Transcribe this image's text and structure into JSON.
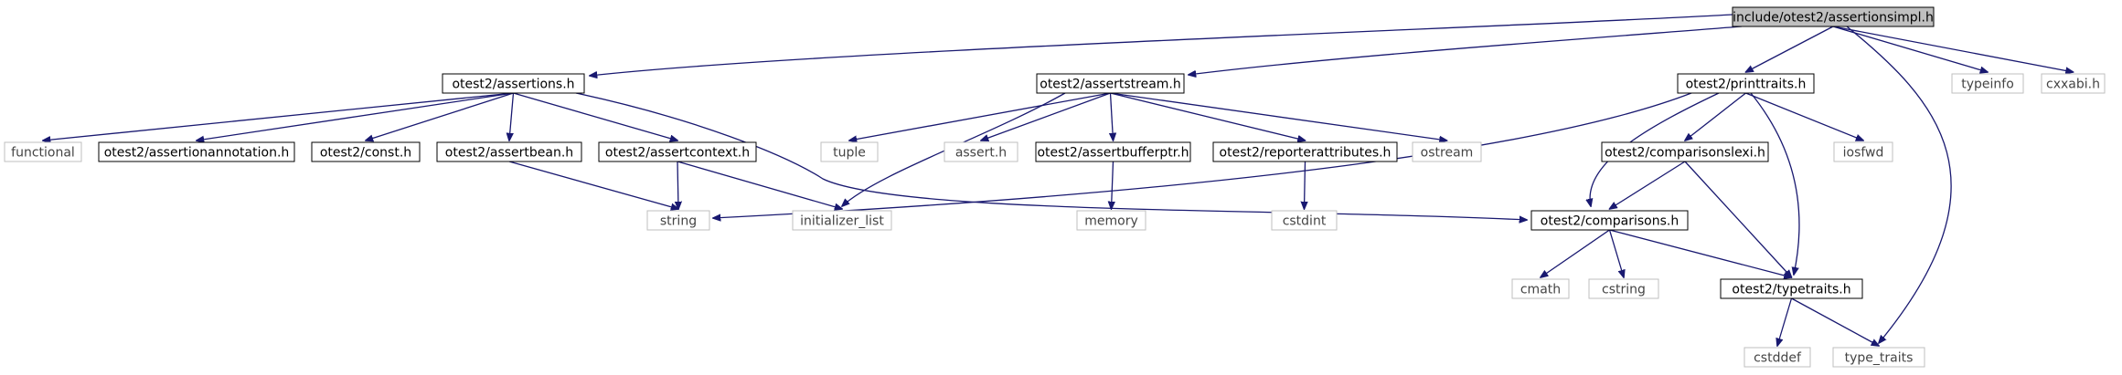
{
  "colors": {
    "edge": "#191970",
    "box_border": "#000000",
    "system_border": "#bfbfbf",
    "root_fill": "#bfbfbf",
    "text": "#000000",
    "system_text": "#444444"
  },
  "nodes": {
    "root": "include/otest2/assertionsimpl.h",
    "assertions": "otest2/assertions.h",
    "assertstream": "otest2/assertstream.h",
    "printtraits": "otest2/printtraits.h",
    "typeinfo": "typeinfo",
    "cxxabi": "cxxabi.h",
    "functional": "functional",
    "assertionannotation": "otest2/assertionannotation.h",
    "const": "otest2/const.h",
    "assertbean": "otest2/assertbean.h",
    "assertcontext": "otest2/assertcontext.h",
    "tuple": "tuple",
    "assert_h": "assert.h",
    "assertbufferptr": "otest2/assertbufferptr.h",
    "reporterattributes": "otest2/reporterattributes.h",
    "ostream": "ostream",
    "comparisonslexi": "otest2/comparisonslexi.h",
    "iosfwd": "iosfwd",
    "string": "string",
    "initializer_list": "initializer_list",
    "memory": "memory",
    "cstdint": "cstdint",
    "comparisons": "otest2/comparisons.h",
    "cmath": "cmath",
    "cstring": "cstring",
    "typetraits": "otest2/typetraits.h",
    "cstddef": "cstddef",
    "type_traits": "type_traits"
  }
}
